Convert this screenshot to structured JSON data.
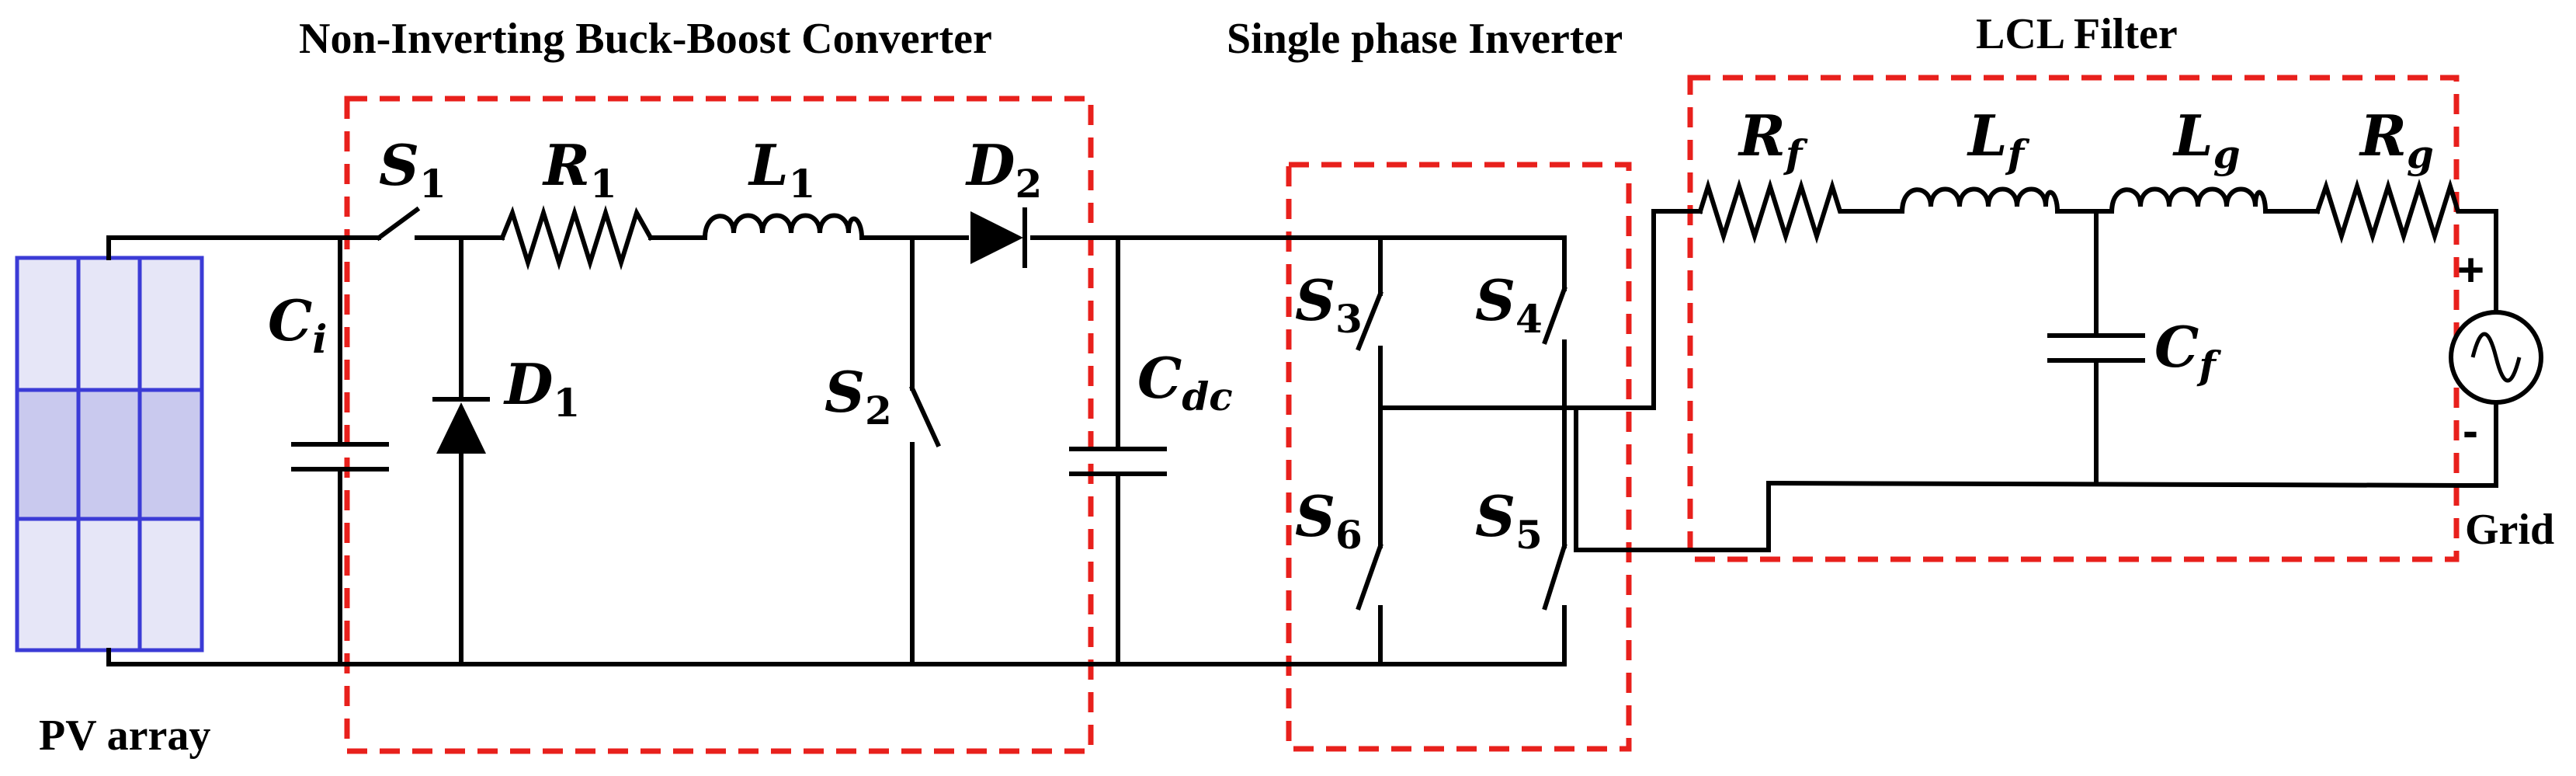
{
  "sections": {
    "buck_boost": "Non-Inverting Buck-Boost Converter",
    "inverter": "Single phase Inverter",
    "lcl": "LCL Filter"
  },
  "labels": {
    "pv_array": "PV array",
    "grid": "Grid",
    "plus": "+",
    "minus": "-"
  },
  "components": {
    "s1": {
      "base": "S",
      "sub": "1"
    },
    "r1": {
      "base": "R",
      "sub": "1"
    },
    "l1": {
      "base": "L",
      "sub": "1"
    },
    "d2": {
      "base": "D",
      "sub": "2"
    },
    "ci": {
      "base": "C",
      "sub": "i"
    },
    "d1": {
      "base": "D",
      "sub": "1"
    },
    "s2": {
      "base": "S",
      "sub": "2"
    },
    "cdc": {
      "base": "C",
      "sub": "dc"
    },
    "s3": {
      "base": "S",
      "sub": "3"
    },
    "s4": {
      "base": "S",
      "sub": "4"
    },
    "s5": {
      "base": "S",
      "sub": "5"
    },
    "s6": {
      "base": "S",
      "sub": "6"
    },
    "rf": {
      "base": "R",
      "sub": "f"
    },
    "lf": {
      "base": "L",
      "sub": "f"
    },
    "lg": {
      "base": "L",
      "sub": "g"
    },
    "rg": {
      "base": "R",
      "sub": "g"
    },
    "cf": {
      "base": "C",
      "sub": "f"
    }
  },
  "colors": {
    "boundary": "#e8201c",
    "pv_panel_fill": "#e6e6f7",
    "pv_panel_center": "#c9c9ee",
    "pv_panel_border": "#3b3bd6",
    "wire": "#000000"
  }
}
